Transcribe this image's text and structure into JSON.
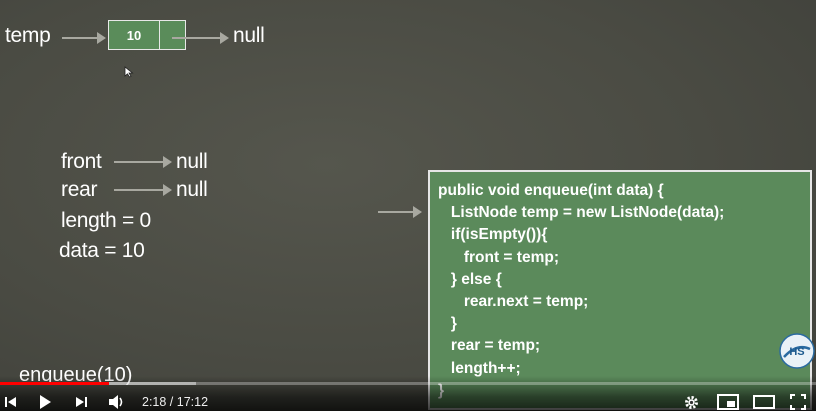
{
  "diagram": {
    "temp_label": "temp",
    "node_value": "10",
    "node_next": "null"
  },
  "state": {
    "front_label": "front",
    "front_value": "null",
    "rear_label": "rear",
    "rear_value": "null",
    "length_line": "length = 0",
    "data_line": "data = 10"
  },
  "code": {
    "lines": [
      "public void enqueue(int data) {",
      "   ListNode temp = new ListNode(data);",
      "   if(isEmpty()){",
      "      front = temp;",
      "   } else {",
      "      rear.next = temp;",
      "   }",
      "   rear = temp;",
      "   length++;",
      "}"
    ]
  },
  "caption": "enqueue(10)",
  "player": {
    "current_time": "2:18",
    "duration": "17:12",
    "time_text": "2:18 / 17:12",
    "played_fraction": 0.134,
    "buffered_fraction": 0.24
  },
  "logo": {
    "text": "HS"
  },
  "icons": {
    "play": "play-icon",
    "prev": "previous-icon",
    "next": "next-icon",
    "volume": "volume-icon",
    "settings": "gear-icon",
    "miniplayer": "miniplayer-icon",
    "theater": "theater-icon",
    "fullscreen": "fullscreen-icon"
  },
  "colors": {
    "background": "#4a4b43",
    "code_box": "#5b8a5b",
    "node_fill": "#5a8c5a",
    "progress": "#ff0000"
  }
}
